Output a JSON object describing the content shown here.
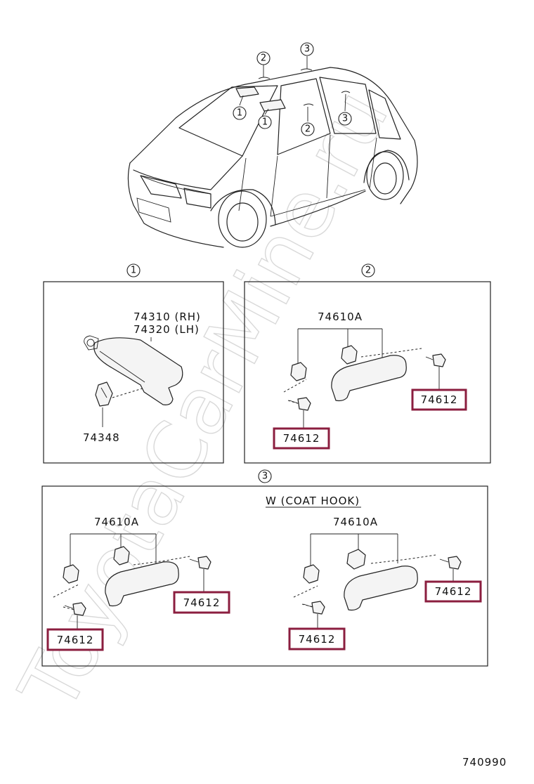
{
  "watermark": "ToyotaCarMine.ru",
  "diagram_number": "740990",
  "callouts": {
    "c1": "1",
    "c2": "2",
    "c3": "3"
  },
  "section1": {
    "visor_rh": "74310 (RH)",
    "visor_lh": "74320 (LH)",
    "holder": "74348"
  },
  "section2": {
    "grip": "74610A",
    "plug_right": "74612",
    "plug_left": "74612"
  },
  "section3": {
    "subtitle": "W (COAT  HOOK)",
    "left_grip": "74610A",
    "left_plug_right": "74612",
    "left_plug_left": "74612",
    "right_grip": "74610A",
    "right_plug_right": "74612",
    "right_plug_left": "74612"
  },
  "colors": {
    "highlight": "#8b1e3f",
    "line": "#222222",
    "watermark": "#d9d9d9"
  }
}
